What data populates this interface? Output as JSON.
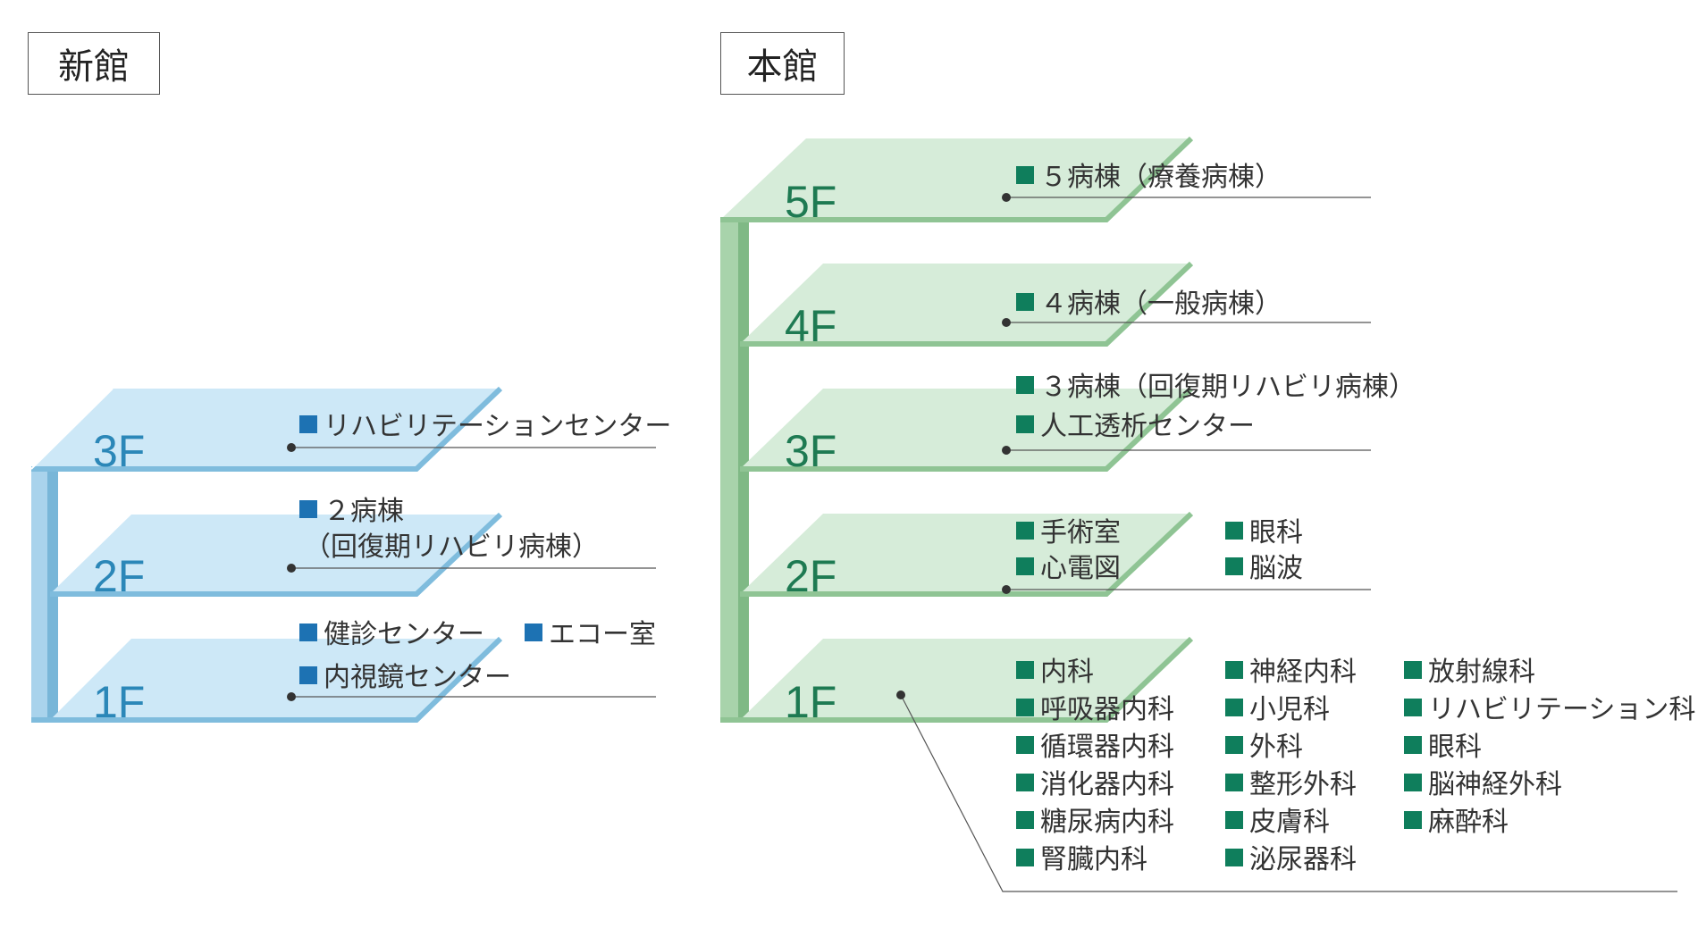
{
  "colors": {
    "shinkan_plate": "#cde8f7",
    "shinkan_edge": "#7fbcdd",
    "shinkan_text": "#2b87b8",
    "shinkan_bullet": "#1d72b3",
    "honkan_plate": "#d6ecd9",
    "honkan_edge": "#8fc494",
    "honkan_text": "#1e7a52",
    "honkan_bullet": "#0f7e5c",
    "leader": "#555555"
  },
  "shinkan": {
    "label": "新館",
    "floors": {
      "f3": {
        "num": "3F",
        "items": [
          "リハビリテーションセンター"
        ]
      },
      "f2": {
        "num": "2F",
        "items": [
          "２病棟",
          "（回復期リハビリ病棟）"
        ]
      },
      "f1": {
        "num": "1F",
        "items": [
          "健診センター",
          "エコー室",
          "内視鏡センター"
        ]
      }
    }
  },
  "honkan": {
    "label": "本館",
    "floors": {
      "f5": {
        "num": "5F",
        "items": [
          "５病棟（療養病棟）"
        ]
      },
      "f4": {
        "num": "4F",
        "items": [
          "４病棟（一般病棟）"
        ]
      },
      "f3": {
        "num": "3F",
        "items": [
          "３病棟（回復期リハビリ病棟）",
          "人工透析センター"
        ]
      },
      "f2": {
        "num": "2F",
        "items": [
          "手術室",
          "心電図",
          "眼科",
          "脳波"
        ]
      },
      "f1": {
        "num": "1F",
        "col1": [
          "内科",
          "呼吸器内科",
          "循環器内科",
          "消化器内科",
          "糖尿病内科",
          "腎臓内科"
        ],
        "col2": [
          "神経内科",
          "小児科",
          "外科",
          "整形外科",
          "皮膚科",
          "泌尿器科"
        ],
        "col3": [
          "放射線科",
          "リハビリテーション科",
          "眼科",
          "脳神経外科",
          "麻酔科"
        ]
      }
    }
  }
}
